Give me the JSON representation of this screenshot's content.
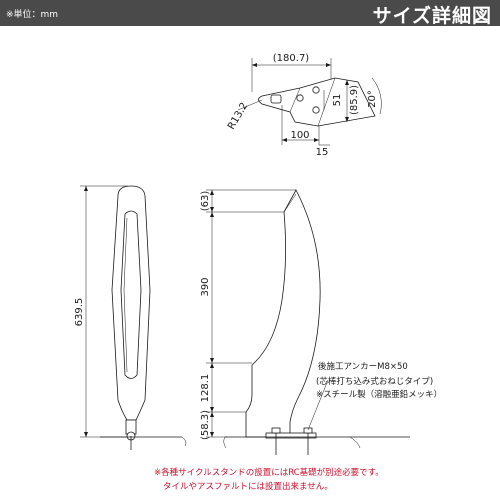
{
  "header": {
    "unit": "※単位：mm",
    "title": "サイズ詳細図"
  },
  "top_view": {
    "dim_width": "(180.7)",
    "dim_radius": "R13.2",
    "dim_51": "51",
    "dim_859": "(85.9)",
    "dim_angle": "20°",
    "dim_100": "100",
    "dim_15": "15"
  },
  "front_view": {
    "dim_height": "639.5"
  },
  "side_view": {
    "dim_63": "(63)",
    "dim_390": "390",
    "dim_1281": "128.1",
    "dim_583": "(58.3)"
  },
  "notes": {
    "anchor": "後施工アンカーM8×50",
    "anchor_detail": "(芯棒打ち込み式おねじタイプ)",
    "material": "※スチール製（溶融亜鉛メッキ）",
    "warning_1": "※各種サイクルスタンドの設置にはRC基礎が別途必要です。",
    "warning_2": "タイルやアスファルトには設置出来ません。"
  },
  "colors": {
    "header_bg": "#4a4a4a",
    "warning": "#c8102e"
  }
}
